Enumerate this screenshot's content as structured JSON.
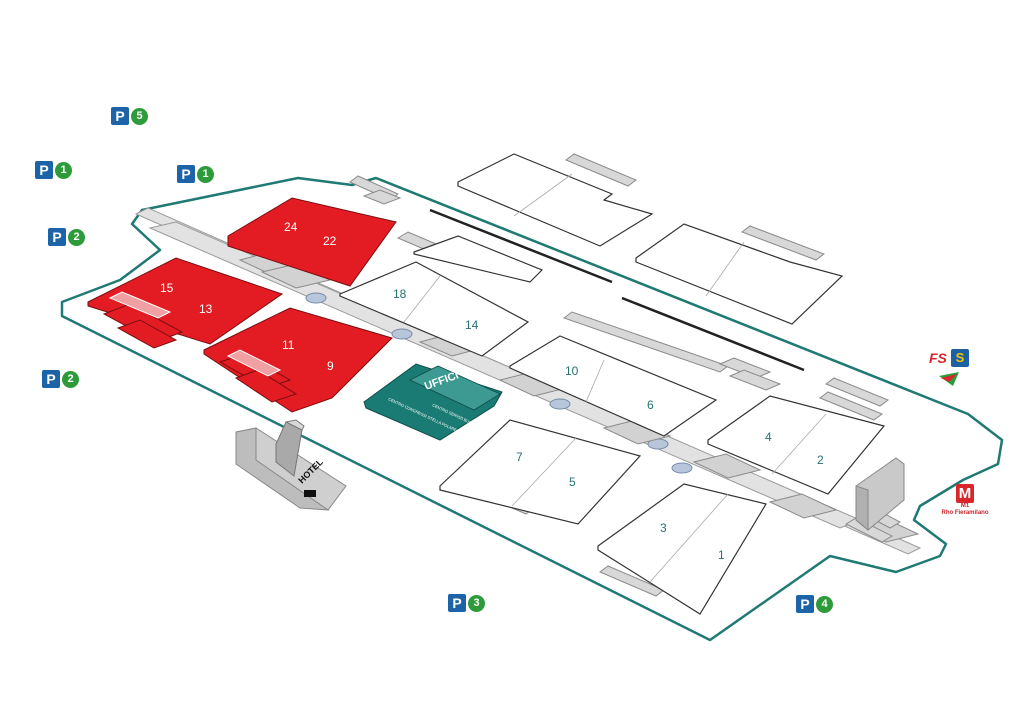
{
  "colors": {
    "accent_red": "#e31c23",
    "accent_teal": "#1a7a74",
    "outline_teal": "#1f7a73",
    "parking_blue": "#1d63a8",
    "parking_green": "#2e9b3b"
  },
  "pavilions_red": [
    "24",
    "22",
    "15",
    "13",
    "11",
    "9"
  ],
  "pavilions_white": [
    "18",
    "14",
    "10",
    "6",
    "7",
    "5",
    "4",
    "2",
    "3",
    "1"
  ],
  "offices": {
    "title": "UFFICI",
    "sub_left": "CENTRO CONGRESSI STELLA POLARE",
    "sub_right": "CENTRO SERVIZI BUSINESS POINT"
  },
  "hotel": {
    "label": "HOTEL"
  },
  "parkings": [
    {
      "letter": "P",
      "number": "5"
    },
    {
      "letter": "P",
      "number": "1"
    },
    {
      "letter": "P",
      "number": "1"
    },
    {
      "letter": "P",
      "number": "2"
    },
    {
      "letter": "P",
      "number": "2"
    },
    {
      "letter": "P",
      "number": "3"
    },
    {
      "letter": "P",
      "number": "4"
    }
  ],
  "metro": {
    "icon": "M",
    "line": "M1",
    "stop": "Rho Fieramilano"
  },
  "rail": {
    "icon": "FS",
    "suburban": "S"
  }
}
